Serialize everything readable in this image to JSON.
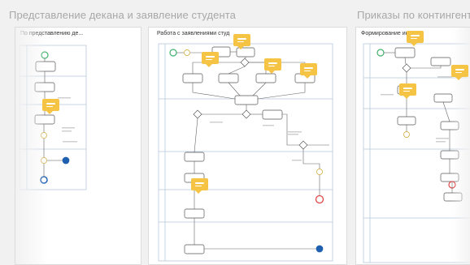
{
  "sections": {
    "left_title": "Представление декана и заявление студента",
    "right_title": "Приказы по контингент"
  },
  "cards": {
    "card1_title": "По представлению де...",
    "card2_title": "Работа с заявлениями студ",
    "card3_title": "Формирование   иказа"
  },
  "colors": {
    "background": "#f1f1f1",
    "comment_badge": "#f6c445",
    "start_event": "#3fb26b",
    "end_event": "#e04646",
    "message_event": "#1f5fb0",
    "lane_lines": "#b7c9dd"
  },
  "icons": {
    "comment": "comment-badge-icon",
    "start": "start-event-icon",
    "end": "end-event-icon",
    "gateway": "gateway-icon"
  }
}
